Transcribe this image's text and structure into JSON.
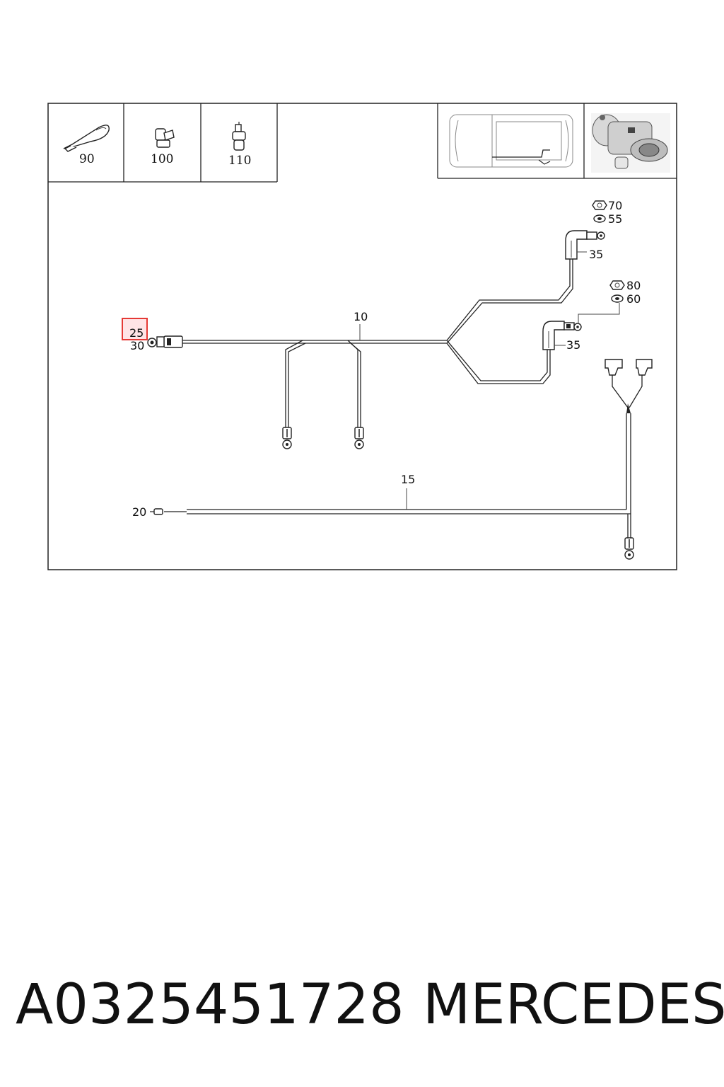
{
  "diagram": {
    "callouts": {
      "c90": "90",
      "c100": "100",
      "c110": "110",
      "c70": "70",
      "c55": "55",
      "c35a": "35",
      "c80": "80",
      "c60": "60",
      "c35b": "35",
      "c10": "10",
      "c25": "25",
      "c30": "30",
      "c15": "15",
      "c20": "20"
    },
    "highlight_color": "#e53935"
  },
  "caption": {
    "part_number": "A0325451728",
    "brand": "MERCEDES"
  }
}
